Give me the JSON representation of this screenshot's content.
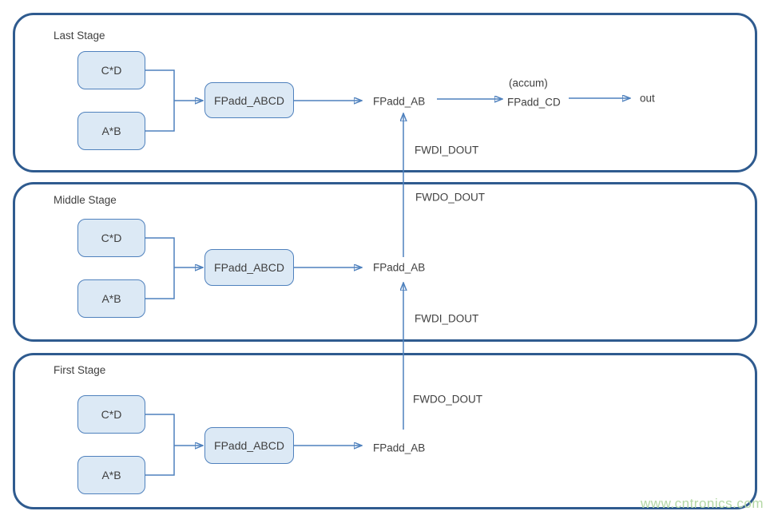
{
  "stages": [
    {
      "label": "Last Stage",
      "mult_cd": "C*D",
      "mult_ab": "A*B",
      "fpadd_abcd": "FPadd_ABCD",
      "fpadd_ab": "FPadd_AB",
      "fwdi_label": "FWDI_DOUT",
      "accum_note": "(accum)",
      "fpadd_cd": "FPadd_CD",
      "out_label": "out"
    },
    {
      "label": "Middle Stage",
      "mult_cd": "C*D",
      "mult_ab": "A*B",
      "fpadd_abcd": "FPadd_ABCD",
      "fpadd_ab": "FPadd_AB",
      "fwdo_label": "FWDO_DOUT",
      "fwdi_label": "FWDI_DOUT"
    },
    {
      "label": "First Stage",
      "mult_cd": "C*D",
      "mult_ab": "A*B",
      "fpadd_abcd": "FPadd_ABCD",
      "fpadd_ab": "FPadd_AB",
      "fwdo_label": "FWDO_DOUT"
    }
  ],
  "watermark": "www.cntronics.com",
  "colors": {
    "stage_border": "#2f5b8f",
    "box_border": "#4f81bd",
    "box_fill": "#dce9f5",
    "connector": "#4f81bd",
    "text": "#3f3f3f",
    "watermark": "#b4d8a5"
  }
}
